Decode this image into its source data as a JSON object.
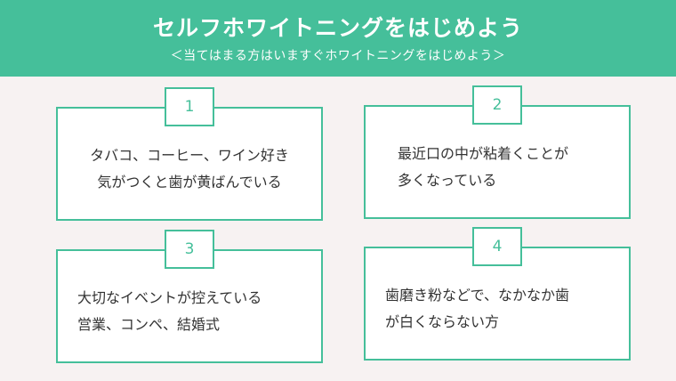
{
  "header": {
    "title": "セルフホワイトニングをはじめよう",
    "subtitle": "＜当てはまる方はいますぐホワイトニングをはじめよう＞"
  },
  "cards": [
    {
      "number": "1",
      "lines": [
        "タバコ、コーヒー、ワイン好き",
        "気がつくと歯が黄ばんでいる"
      ]
    },
    {
      "number": "2",
      "lines": [
        "最近口の中が粘着くことが",
        "多くなっている"
      ]
    },
    {
      "number": "3",
      "lines": [
        "大切なイベントが控えている",
        "営業、コンペ、結婚式"
      ]
    },
    {
      "number": "4",
      "lines": [
        "歯磨き粉などで、なかなか歯",
        "が白くならない方"
      ]
    }
  ],
  "colors": {
    "accent": "#45bf9a",
    "background": "#f7f2f2",
    "text": "#333333"
  }
}
